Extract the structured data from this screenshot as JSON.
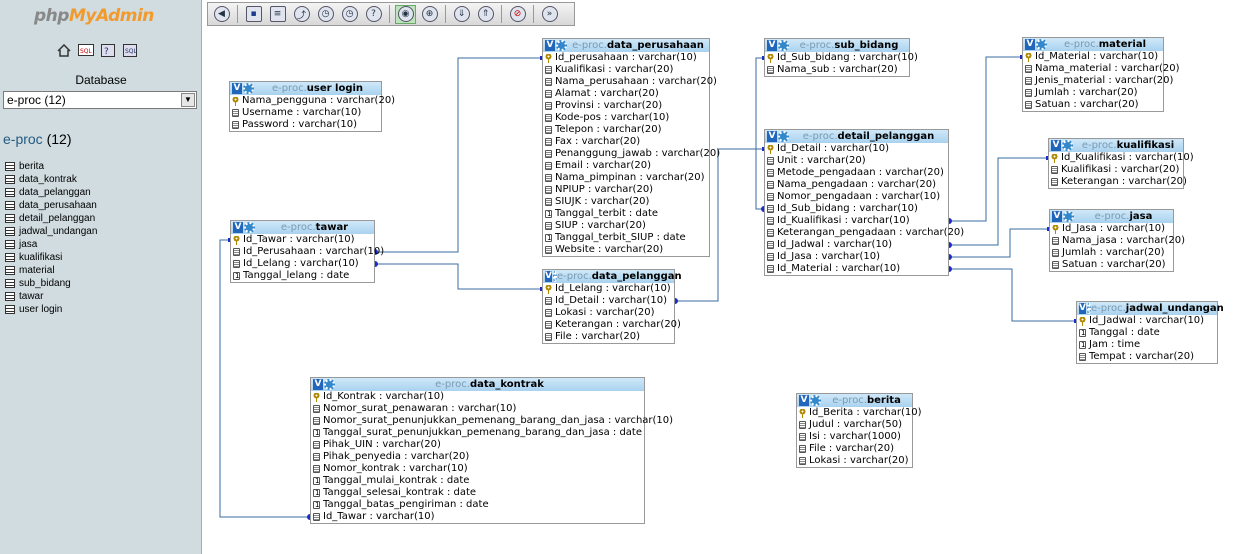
{
  "sidebar": {
    "logo_php": "php",
    "logo_myadmin": "MyAdmin",
    "quick_icons": [
      "home-icon",
      "sql-icon",
      "query-window-icon",
      "docs-icon"
    ],
    "database_label": "Database",
    "database_selected": "e-proc (12)",
    "db_name": "e-proc",
    "db_count": "(12)",
    "tables": [
      "berita",
      "data_kontrak",
      "data_pelanggan",
      "data_perusahaan",
      "detail_pelanggan",
      "jadwal_undangan",
      "jasa",
      "kualifikasi",
      "material",
      "sub_bidang",
      "tawar",
      "user login"
    ]
  },
  "toolbar": {
    "buttons": [
      "toggle-menu-icon",
      "save-icon",
      "table-list-icon",
      "relation-icon",
      "angular-links-icon",
      "direct-links-icon",
      "help-icon",
      "snap-grid-icon",
      "small-big-icon",
      "toggle-all-icon",
      "toggle-pk-icon",
      "pdf-icon",
      "toggle-menu-right-icon"
    ]
  },
  "db_prefix": "e-proc.",
  "tables": {
    "user_login": {
      "name": "user login",
      "cols": [
        [
          "key",
          "Nama_pengguna : varchar(20)"
        ],
        [
          "txt",
          "Username : varchar(10)"
        ],
        [
          "txt",
          "Password : varchar(10)"
        ]
      ]
    },
    "tawar": {
      "name": "tawar",
      "cols": [
        [
          "key",
          "Id_Tawar : varchar(10)"
        ],
        [
          "txt",
          "Id_Perusahaan : varchar(10)"
        ],
        [
          "txt",
          "Id_Lelang : varchar(10)"
        ],
        [
          "date",
          "Tanggal_lelang : date"
        ]
      ]
    },
    "data_perusahaan": {
      "name": "data_perusahaan",
      "cols": [
        [
          "key",
          "Id_perusahaan : varchar(10)"
        ],
        [
          "txt",
          "Kualifikasi : varchar(20)"
        ],
        [
          "txt",
          "Nama_perusahaan : varchar(20)"
        ],
        [
          "txt",
          "Alamat : varchar(20)"
        ],
        [
          "txt",
          "Provinsi : varchar(20)"
        ],
        [
          "txt",
          "Kode-pos : varchar(10)"
        ],
        [
          "txt",
          "Telepon : varchar(20)"
        ],
        [
          "txt",
          "Fax : varchar(20)"
        ],
        [
          "txt",
          "Penanggung_jawab : varchar(20)"
        ],
        [
          "txt",
          "Email : varchar(20)"
        ],
        [
          "txt",
          "Nama_pimpinan : varchar(20)"
        ],
        [
          "txt",
          "NPIUP : varchar(20)"
        ],
        [
          "txt",
          "SIUJK : varchar(20)"
        ],
        [
          "date",
          "Tanggal_terbit : date"
        ],
        [
          "txt",
          "SIUP : varchar(20)"
        ],
        [
          "date",
          "Tanggal_terbit_SIUP : date"
        ],
        [
          "txt",
          "Website : varchar(20)"
        ]
      ]
    },
    "data_pelanggan": {
      "name": "data_pelanggan",
      "cols": [
        [
          "key",
          "Id_Lelang : varchar(10)"
        ],
        [
          "txt",
          "Id_Detail : varchar(10)"
        ],
        [
          "txt",
          "Lokasi : varchar(20)"
        ],
        [
          "txt",
          "Keterangan : varchar(20)"
        ],
        [
          "txt",
          "File : varchar(20)"
        ]
      ]
    },
    "data_kontrak": {
      "name": "data_kontrak",
      "cols": [
        [
          "key",
          "Id_Kontrak : varchar(10)"
        ],
        [
          "txt",
          "Nomor_surat_penawaran : varchar(10)"
        ],
        [
          "txt",
          "Nomor_surat_penunjukkan_pemenang_barang_dan_jasa : varchar(10)"
        ],
        [
          "date",
          "Tanggal_surat_penunjukkan_pemenang_barang_dan_jasa : date"
        ],
        [
          "txt",
          "Pihak_UIN : varchar(20)"
        ],
        [
          "txt",
          "Pihak_penyedia : varchar(20)"
        ],
        [
          "txt",
          "Nomor_kontrak : varchar(10)"
        ],
        [
          "date",
          "Tanggal_mulai_kontrak : date"
        ],
        [
          "date",
          "Tanggal_selesai_kontrak : date"
        ],
        [
          "date",
          "Tanggal_batas_pengiriman : date"
        ],
        [
          "txt",
          "Id_Tawar : varchar(10)"
        ]
      ]
    },
    "sub_bidang": {
      "name": "sub_bidang",
      "cols": [
        [
          "key",
          "Id_Sub_bidang : varchar(10)"
        ],
        [
          "txt",
          "Nama_sub : varchar(20)"
        ]
      ]
    },
    "detail_pelanggan": {
      "name": "detail_pelanggan",
      "cols": [
        [
          "key",
          "Id_Detail : varchar(10)"
        ],
        [
          "txt",
          "Unit : varchar(20)"
        ],
        [
          "txt",
          "Metode_pengadaan : varchar(20)"
        ],
        [
          "txt",
          "Nama_pengadaan : varchar(20)"
        ],
        [
          "txt",
          "Nomor_pengadaan : varchar(10)"
        ],
        [
          "txt",
          "Id_Sub_bidang : varchar(10)"
        ],
        [
          "txt",
          "Id_Kualifikasi : varchar(10)"
        ],
        [
          "txt",
          "Keterangan_pengadaan : varchar(20)"
        ],
        [
          "txt",
          "Id_Jadwal : varchar(10)"
        ],
        [
          "txt",
          "Id_Jasa : varchar(10)"
        ],
        [
          "txt",
          "Id_Material : varchar(10)"
        ]
      ]
    },
    "berita": {
      "name": "berita",
      "cols": [
        [
          "key",
          "Id_Berita : varchar(10)"
        ],
        [
          "txt",
          "Judul : varchar(50)"
        ],
        [
          "txt",
          "Isi : varchar(1000)"
        ],
        [
          "txt",
          "File : varchar(20)"
        ],
        [
          "txt",
          "Lokasi : varchar(20)"
        ]
      ]
    },
    "material": {
      "name": "material",
      "cols": [
        [
          "key",
          "Id_Material : varchar(10)"
        ],
        [
          "txt",
          "Nama_material : varchar(20)"
        ],
        [
          "txt",
          "Jenis_material : varchar(20)"
        ],
        [
          "txt",
          "Jumlah : varchar(20)"
        ],
        [
          "txt",
          "Satuan : varchar(20)"
        ]
      ]
    },
    "kualifikasi": {
      "name": "kualifikasi",
      "cols": [
        [
          "key",
          "Id_Kualifikasi : varchar(10)"
        ],
        [
          "txt",
          "Kualifikasi : varchar(20)"
        ],
        [
          "txt",
          "Keterangan : varchar(20)"
        ]
      ]
    },
    "jasa": {
      "name": "jasa",
      "cols": [
        [
          "key",
          "Id_Jasa : varchar(10)"
        ],
        [
          "txt",
          "Nama_jasa : varchar(20)"
        ],
        [
          "txt",
          "Jumlah : varchar(20)"
        ],
        [
          "txt",
          "Satuan : varchar(20)"
        ]
      ]
    },
    "jadwal_undangan": {
      "name": "jadwal_undangan",
      "cols": [
        [
          "key",
          "Id_Jadwal : varchar(10)"
        ],
        [
          "date",
          "Tanggal : date"
        ],
        [
          "date",
          "Jam : time"
        ],
        [
          "txt",
          "Tempat : varchar(20)"
        ]
      ]
    }
  }
}
